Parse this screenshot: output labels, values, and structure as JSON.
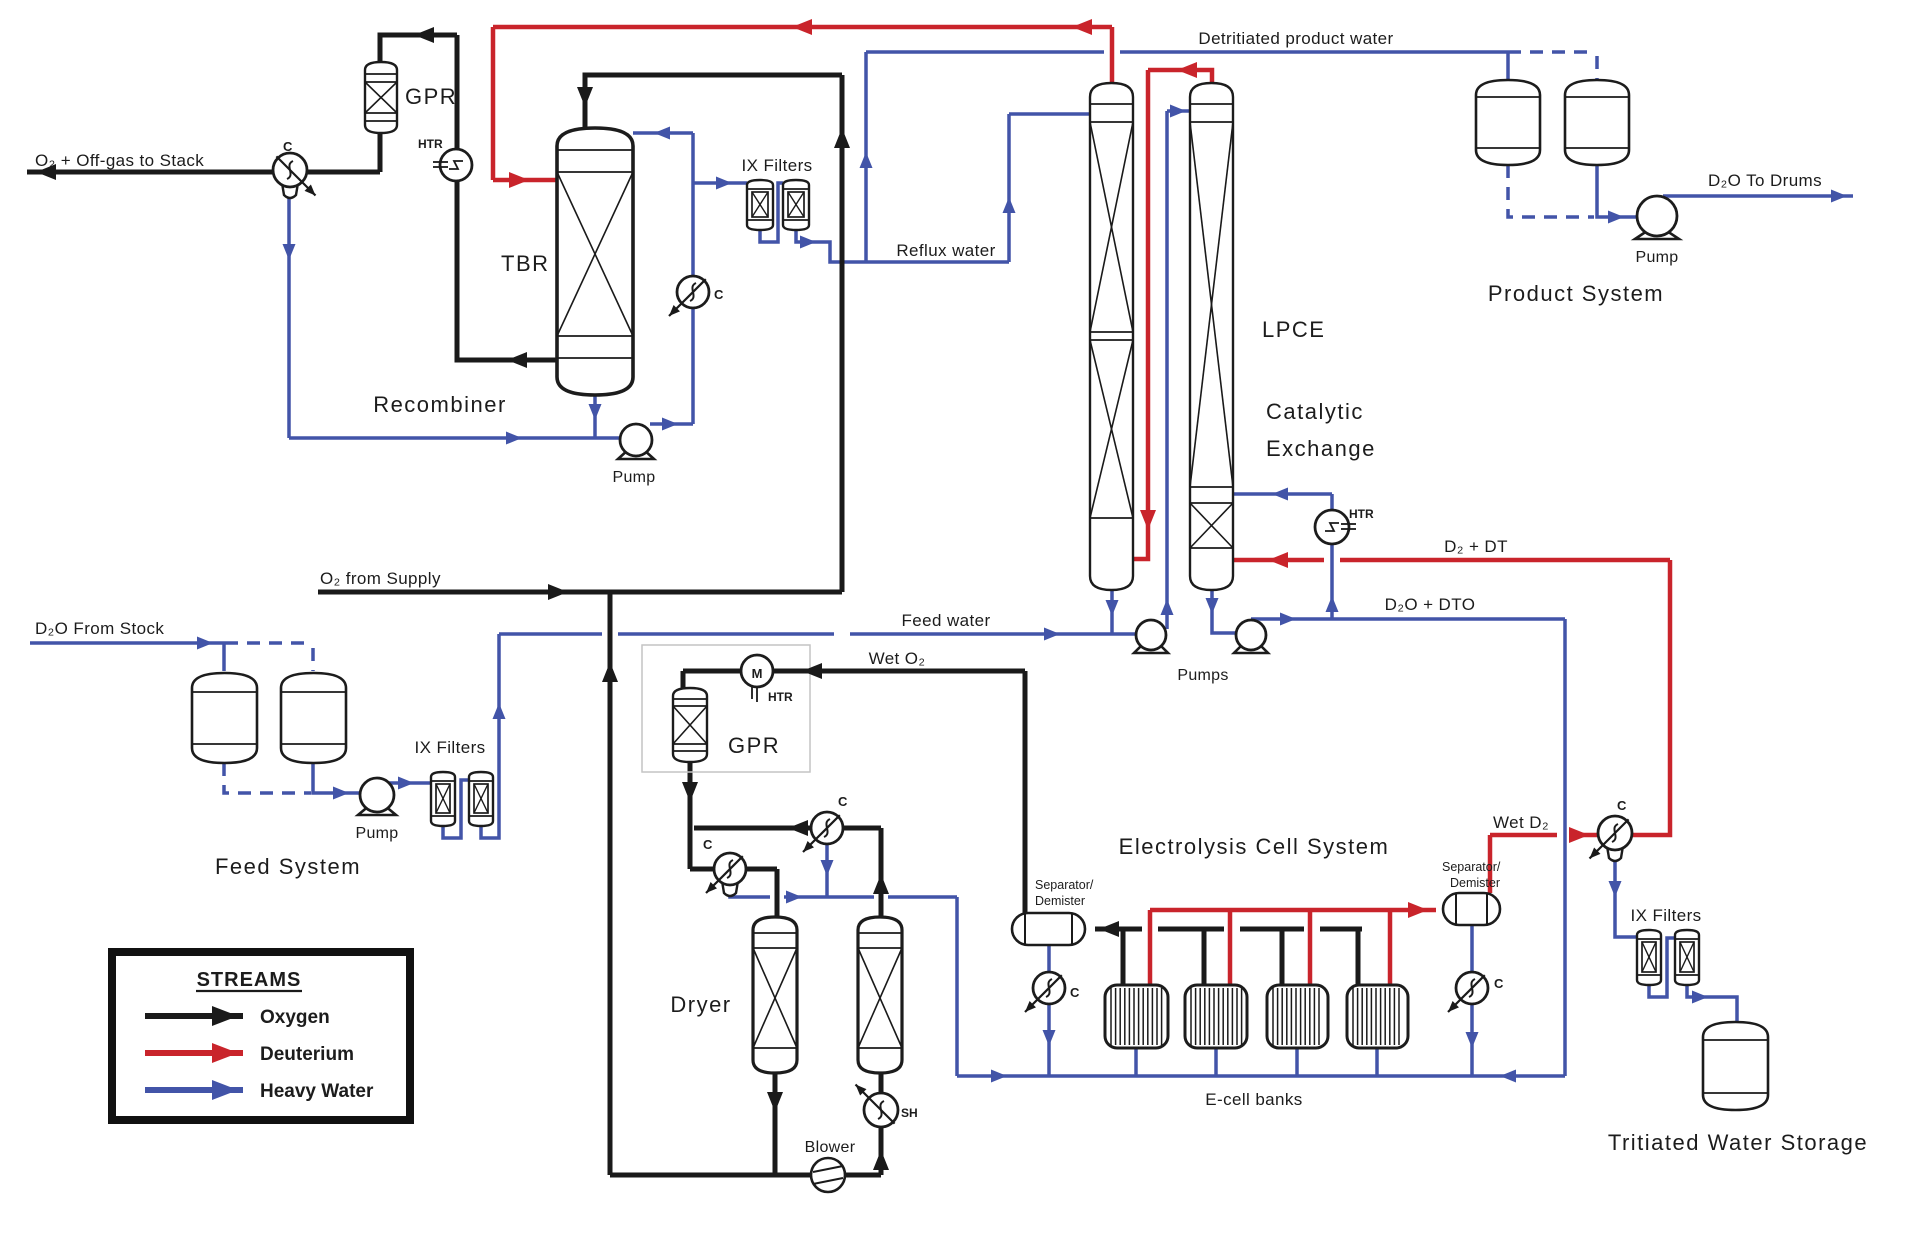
{
  "colors": {
    "oxygen": "#1a1a1a",
    "deuterium": "#c9242b",
    "heavy_water": "#4254a8"
  },
  "labels": {
    "o2_offgas": "O₂ + Off-gas to Stack",
    "gpr": "GPR",
    "htr": "HTR",
    "c": "C",
    "tbr": "TBR",
    "recombiner": "Recombiner",
    "pump": "Pump",
    "pumps": "Pumps",
    "ix_filters": "IX Filters",
    "reflux_water": "Reflux water",
    "detritiated": "Detritiated product water",
    "lpce": "LPCE",
    "catalytic": "Catalytic",
    "exchange": "Exchange",
    "product_system": "Product System",
    "d2o_to_drums": "D₂O To Drums",
    "o2_from_supply": "O₂ from Supply",
    "feed_water": "Feed water",
    "wet_o2": "Wet O₂",
    "d2_dt": "D₂ + DT",
    "d2o_dto": "D₂O + DTO",
    "d2o_from_stock": "D₂O From Stock",
    "feed_system": "Feed System",
    "dryer": "Dryer",
    "blower": "Blower",
    "sh": "SH",
    "m": "M",
    "electrolysis": "Electrolysis Cell System",
    "separator": "Separator/",
    "demister": "Demister",
    "ecell_banks": "E-cell banks",
    "wet_d2": "Wet D₂",
    "tritiated": "Tritiated Water Storage"
  },
  "legend": {
    "title": "STREAMS",
    "items": [
      {
        "label": "Oxygen",
        "stream": "oxygen"
      },
      {
        "label": "Deuterium",
        "stream": "deuterium"
      },
      {
        "label": "Heavy Water",
        "stream": "heavy_water"
      }
    ]
  }
}
